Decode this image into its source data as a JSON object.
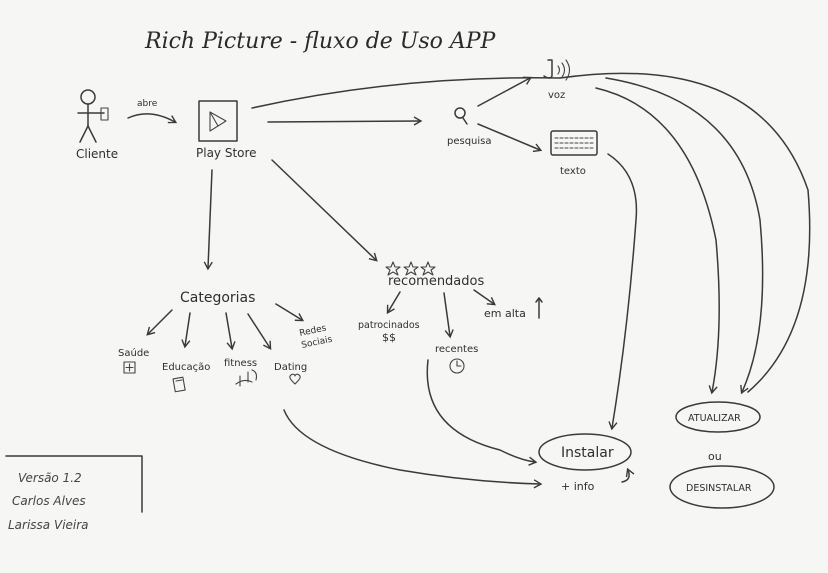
{
  "title": "Rich Picture - fluxo de Uso   APP",
  "nodes": {
    "cliente": "Cliente",
    "abre": "abre",
    "play_store": "Play Store",
    "pesquisa": "pesquisa",
    "voz": "voz",
    "texto": "texto",
    "recomendados": "recomendados",
    "patrocinados": "patrocinados",
    "patrocinados_money": "$$",
    "recentes": "recentes",
    "em_alta": "em alta",
    "categorias": "Categorias",
    "saude": "Saúde",
    "educacao": "Educação",
    "fitness": "fitness",
    "dating": "Dating",
    "redes_sociais_1": "Redes",
    "redes_sociais_2": "Sociais",
    "instalar": "Instalar",
    "info": "+ info",
    "atualizar": "ATUALIZAR",
    "ou": "ou",
    "desinstalar": "DESINSTALAR"
  },
  "credits": {
    "versao": "Versão 1.2",
    "author1": "Carlos Alves",
    "author2": "Larissa Vieira"
  },
  "icons": [
    "stick-figure-icon",
    "play-store-icon",
    "magnifier-icon",
    "voice-icon",
    "keyboard-icon",
    "star-icon",
    "clock-icon",
    "heart-icon",
    "dumbbell-icon",
    "health-icon",
    "book-icon"
  ]
}
